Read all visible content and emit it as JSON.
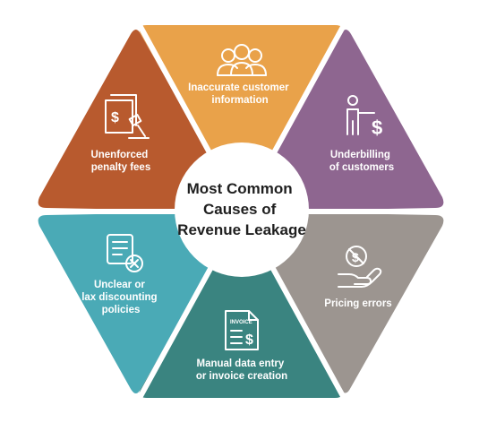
{
  "center": {
    "lines": [
      "Most Common",
      "Causes of",
      "Revenue Leakage"
    ]
  },
  "segments": [
    {
      "id": "top",
      "color": "#E9A24A",
      "icon": "people-group-icon",
      "lines": [
        "Inaccurate customer",
        "information"
      ]
    },
    {
      "id": "upper-right",
      "color": "#8E6690",
      "icon": "person-dollar-icon",
      "lines": [
        "Underbilling",
        "of customers"
      ]
    },
    {
      "id": "lower-right",
      "color": "#9C9590",
      "icon": "hand-no-dollar-icon",
      "lines": [
        "Pricing errors"
      ]
    },
    {
      "id": "bottom",
      "color": "#3A8480",
      "icon": "invoice-icon",
      "invoice_text": "INVOICE",
      "lines": [
        "Manual data entry",
        "or invoice creation"
      ]
    },
    {
      "id": "lower-left",
      "color": "#4AAAB6",
      "icon": "list-x-icon",
      "lines": [
        "Unclear or",
        "lax discounting",
        "policies"
      ]
    },
    {
      "id": "upper-left",
      "color": "#B85A2E",
      "icon": "bill-gavel-icon",
      "lines": [
        "Unenforced",
        "penalty fees"
      ]
    }
  ]
}
